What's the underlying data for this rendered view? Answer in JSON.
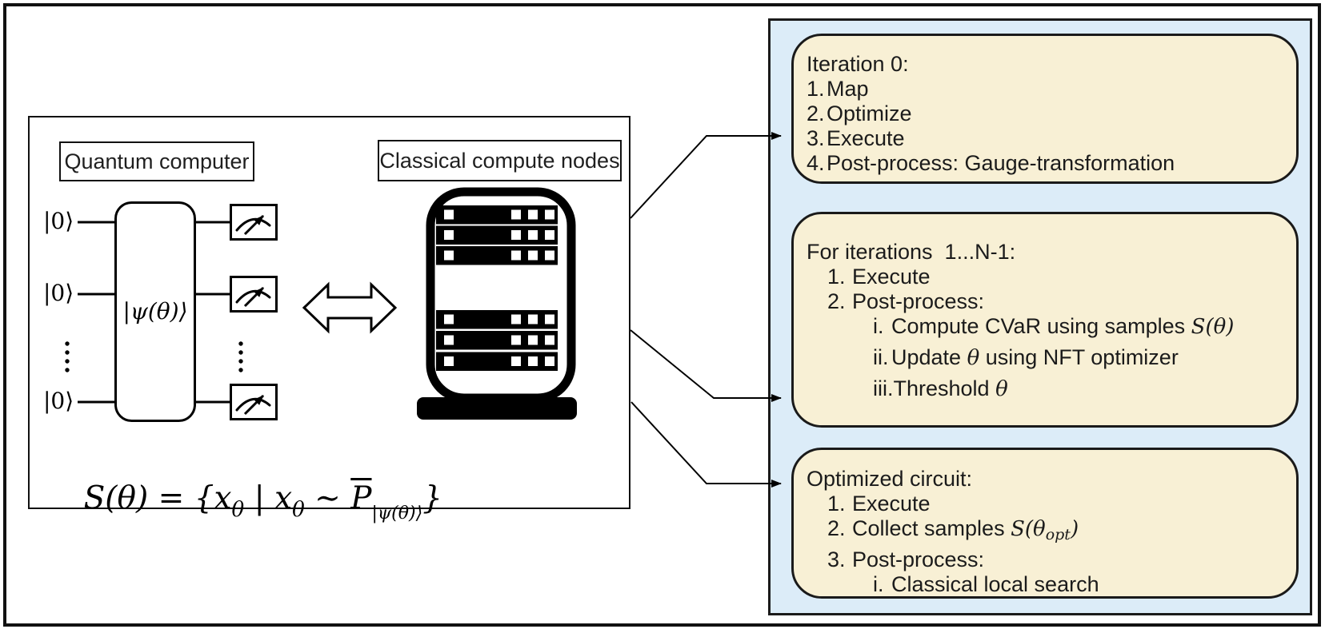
{
  "figure": {
    "left": {
      "quantum_computer_label": "Quantum computer",
      "classical_nodes_label": "Classical compute nodes",
      "qubits": [
        "|0⟩",
        "|0⟩",
        "|0⟩"
      ],
      "ansatz_state": "|ψ(θ)⟩",
      "formula": {
        "p0": "S(θ) = {x",
        "p1": "θ",
        "p2": " | x",
        "p3": "θ",
        "p4": " ∼ ",
        "p5": "P",
        "p6": "|ψ(θ)⟩",
        "p7": "}"
      }
    },
    "panel": {
      "iteration0": {
        "lines": [
          {
            "m": "",
            "pre": "Iteration 0:",
            "math": "",
            "sub": "",
            "post": ""
          },
          {
            "m": "1.",
            "pre": "Map",
            "math": "",
            "sub": "",
            "post": ""
          },
          {
            "m": "2.",
            "pre": "Optimize",
            "math": "",
            "sub": "",
            "post": ""
          },
          {
            "m": "3.",
            "pre": "Execute",
            "math": "",
            "sub": "",
            "post": ""
          },
          {
            "m": "4.",
            "pre": "Post-process: Gauge-transformation",
            "math": "",
            "sub": "",
            "post": ""
          }
        ]
      },
      "loop": {
        "lines": [
          {
            "m": "",
            "pre": "For iterations  1...N-1:",
            "math": "",
            "sub": "",
            "post": ""
          },
          {
            "m": "1.",
            "pre": "Execute",
            "math": "",
            "sub": "",
            "post": ""
          },
          {
            "m": "2.",
            "pre": "Post-process:",
            "math": "",
            "sub": "",
            "post": ""
          },
          {
            "m": "i.",
            "pre": "Compute CVaR using samples ",
            "math": "S(θ)",
            "sub": "",
            "post": ""
          },
          {
            "m": "ii.",
            "pre": "Update ",
            "math": "θ",
            "sub": "",
            "post": " using NFT optimizer"
          },
          {
            "m": "iii.",
            "pre": "Threshold ",
            "math": "θ",
            "sub": "",
            "post": ""
          }
        ]
      },
      "optimized": {
        "lines": [
          {
            "m": "",
            "pre": "Optimized circuit:",
            "math": "",
            "sub": "",
            "post": ""
          },
          {
            "m": "1.",
            "pre": "Execute",
            "math": "",
            "sub": "",
            "post": ""
          },
          {
            "m": "2.",
            "pre": "Collect samples ",
            "math": "S(θ",
            "sub": "opt",
            "post": ")"
          },
          {
            "m": "3.",
            "pre": "Post-process:",
            "math": "",
            "sub": "",
            "post": ""
          },
          {
            "m": "i.",
            "pre": "Classical local search",
            "math": "",
            "sub": "",
            "post": ""
          }
        ]
      }
    },
    "icons": {
      "measurement": "gauge-meter-icon",
      "vdots": "vertical-ellipsis-icon",
      "exchange": "double-headed-arrow-icon",
      "server": "server-rack-icon",
      "flow_arrows": "right-arrow-connectors"
    },
    "colors": {
      "panel_bg": "#dcecf8",
      "box_bg": "#f8f0d5",
      "line": "#000000"
    }
  }
}
